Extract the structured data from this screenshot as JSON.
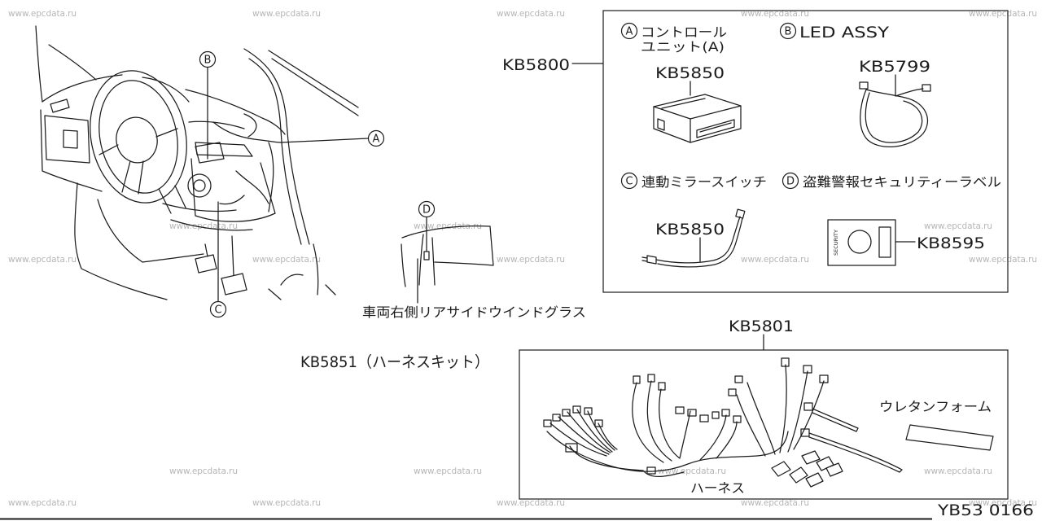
{
  "watermark": "www.epcdata.ru",
  "callouts": {
    "a": "A",
    "b": "B",
    "c": "C",
    "d": "D"
  },
  "window_label": "車両右側リアサイドウインドグラス",
  "kit": {
    "label": "KB5800",
    "items": {
      "a": {
        "letter": "A",
        "name_line1": "コントロール",
        "name_line2": "ユニット(A)",
        "part": "KB5850"
      },
      "b": {
        "letter": "B",
        "name": "LED ASSY",
        "part": "KB5799"
      },
      "c": {
        "letter": "C",
        "name": "連動ミラースイッチ",
        "part": "KB5850"
      },
      "d": {
        "letter": "D",
        "name": "盗難警報セキュリティーラベル",
        "part": "KB8595",
        "label_text": "SECURITY"
      }
    }
  },
  "harness_kit": {
    "label": "KB5851（ハーネスキット）",
    "part": "KB5801",
    "foam_label": "ウレタンフォーム",
    "harness_label": "ハーネス"
  },
  "diagram_code": "YB53 0166"
}
